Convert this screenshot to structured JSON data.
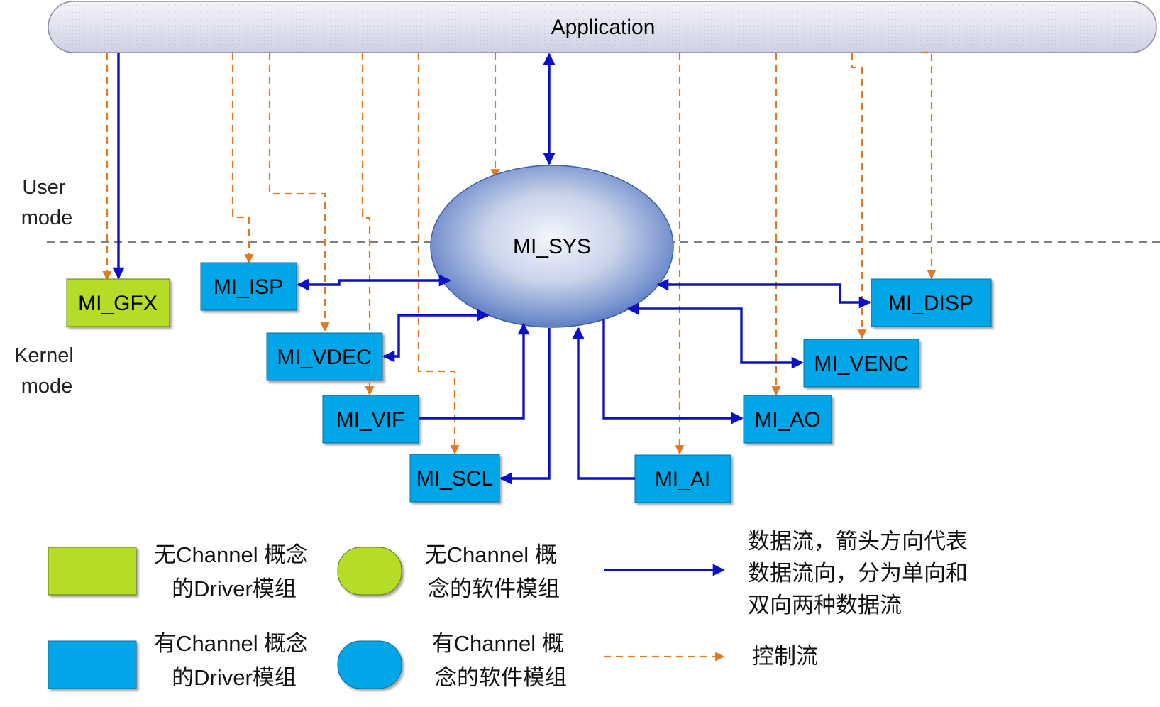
{
  "application": {
    "label": "Application"
  },
  "modes": {
    "user": [
      "User",
      "mode"
    ],
    "kernel": [
      "Kernel",
      "mode"
    ]
  },
  "core": {
    "label": "MI_SYS"
  },
  "modules": {
    "gfx": "MI_GFX",
    "isp": "MI_ISP",
    "vdec": "MI_VDEC",
    "vif": "MI_VIF",
    "scl": "MI_SCL",
    "disp": "MI_DISP",
    "venc": "MI_VENC",
    "ao": "MI_AO",
    "ai": "MI_AI"
  },
  "legend": {
    "no_channel_driver": [
      "无Channel 概念",
      "的Driver模组"
    ],
    "no_channel_software": [
      "无Channel 概",
      "念的软件模组"
    ],
    "channel_driver": [
      "有Channel 概念",
      "的Driver模组"
    ],
    "channel_software": [
      "有Channel 概",
      "念的软件模组"
    ],
    "data_flow": [
      "数据流，箭头方向代表",
      "数据流向，分为单向和",
      "双向两种数据流"
    ],
    "control_flow": [
      "控制流"
    ]
  },
  "colors": {
    "data_arrow": "#0a10c8",
    "control_arrow": "#e07a22",
    "channel_module": "#00a6e8",
    "no_channel_module": "#b5dc28",
    "application_fill": "#dfe0ee"
  }
}
